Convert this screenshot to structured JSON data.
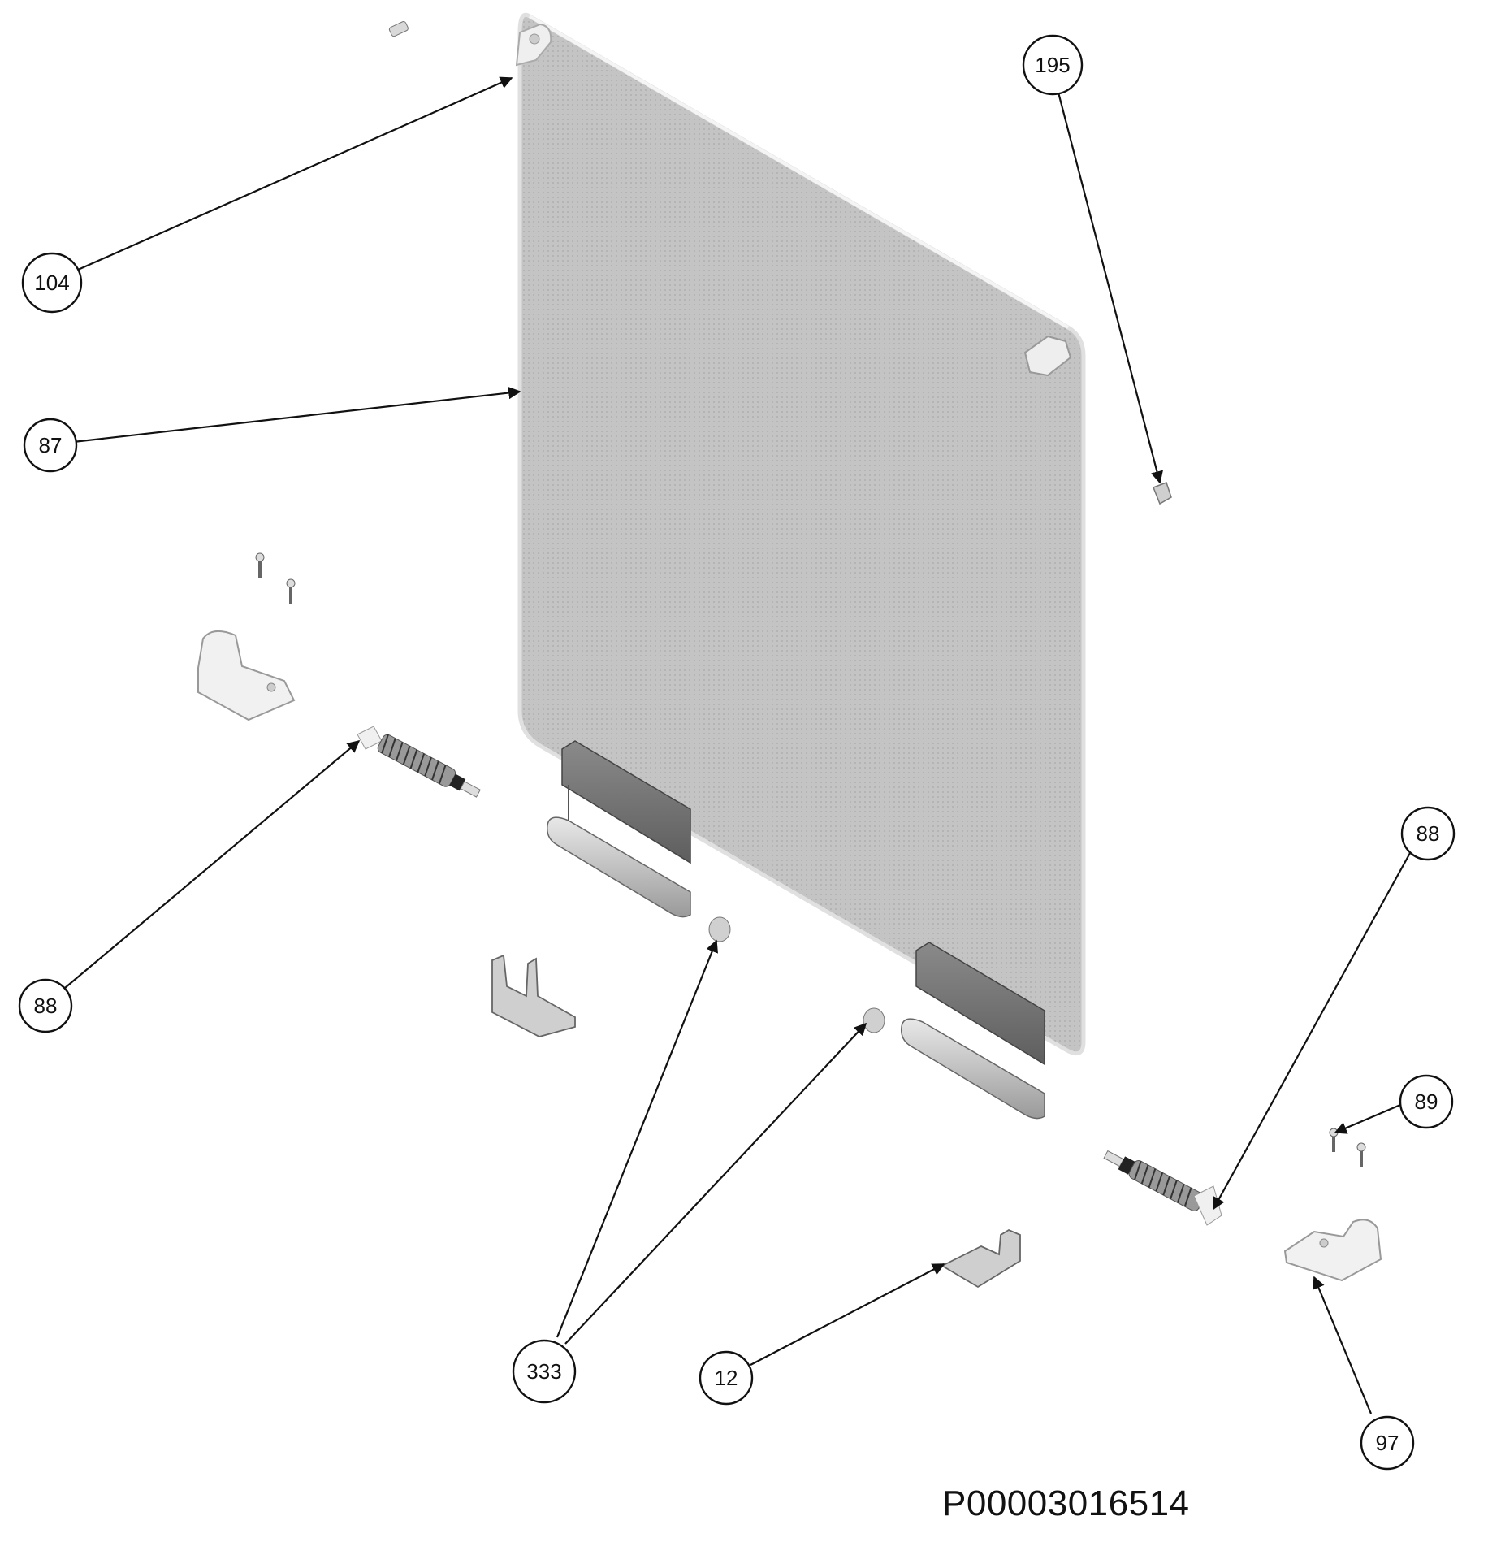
{
  "diagram": {
    "callouts": [
      {
        "label": "104"
      },
      {
        "label": "87"
      },
      {
        "label": "195"
      },
      {
        "label": "88"
      },
      {
        "label": "88"
      },
      {
        "label": "89"
      },
      {
        "label": "333"
      },
      {
        "label": "12"
      },
      {
        "label": "97"
      }
    ],
    "part_number": "P00003016514"
  }
}
